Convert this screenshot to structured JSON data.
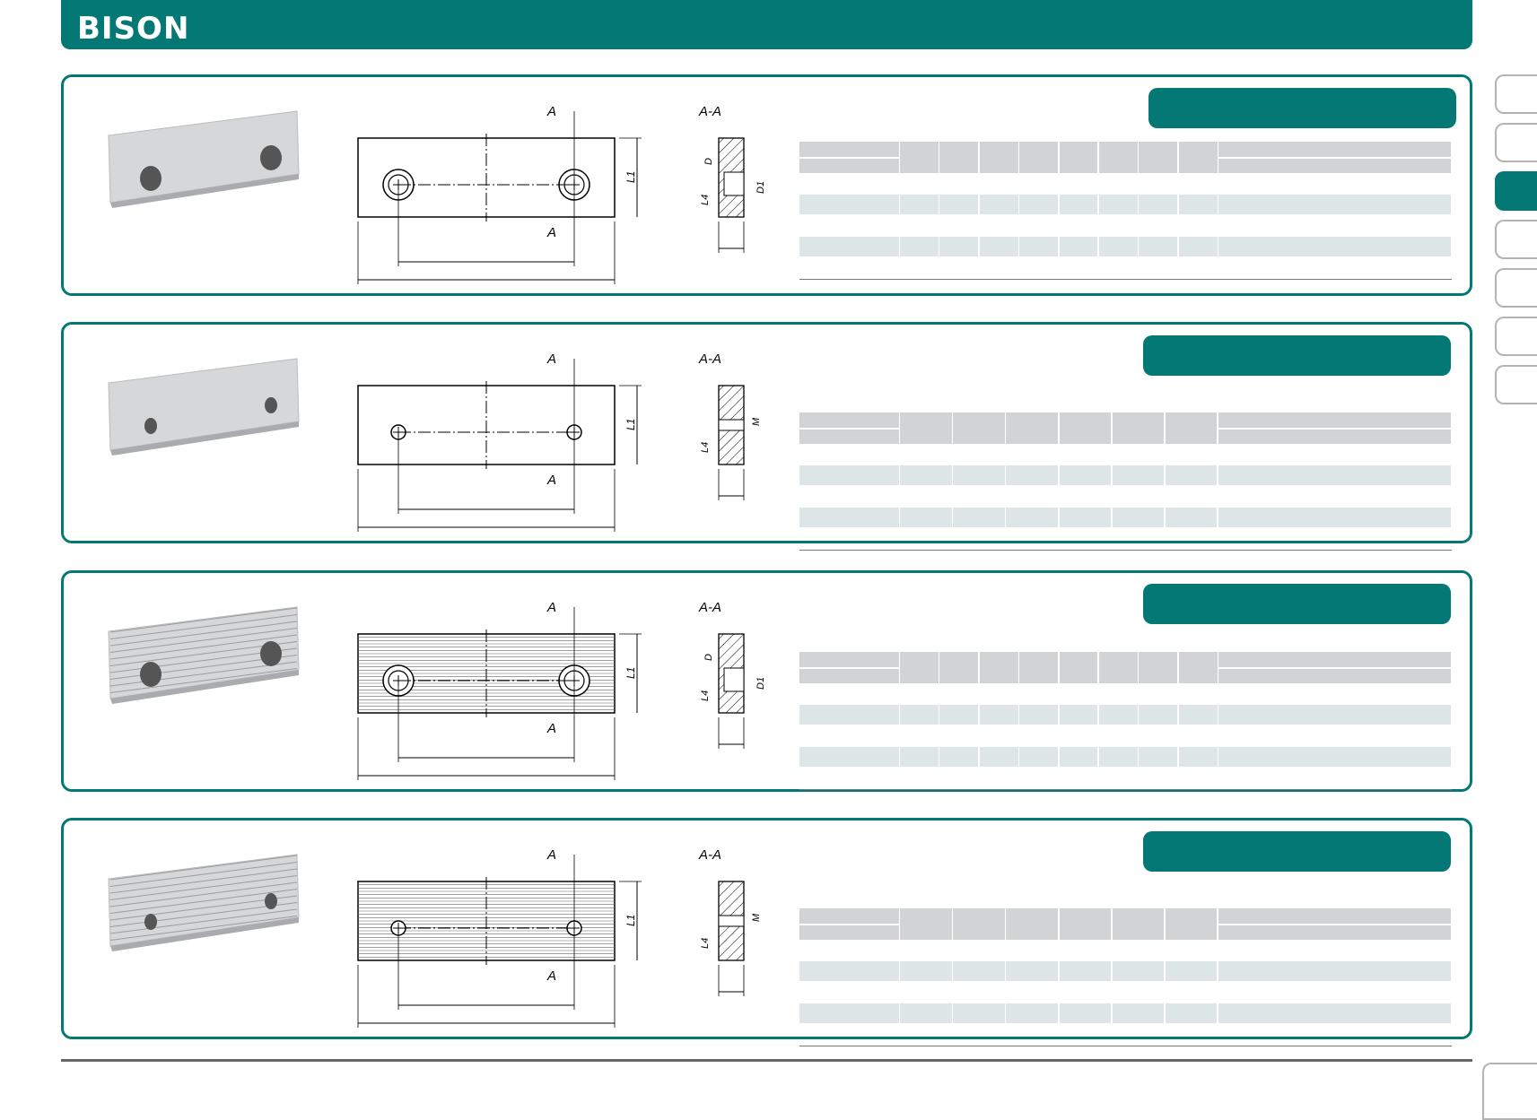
{
  "brand": {
    "logo_text": "BISON"
  },
  "drawing_labels": {
    "section": "A-A",
    "cut": "A",
    "l1": "L1",
    "d": "D",
    "d1": "D1",
    "l4": "L4",
    "m": "M"
  },
  "panels": [
    {
      "type": "smooth-counterbored",
      "middle_columns": 8
    },
    {
      "type": "smooth-threaded",
      "middle_columns": 6
    },
    {
      "type": "grooved-counterbored",
      "middle_columns": 8
    },
    {
      "type": "grooved-threaded",
      "middle_columns": 6
    }
  ],
  "side_tabs": {
    "count": 7,
    "active_index": 2
  },
  "colors": {
    "brand": "#047875",
    "table_header": "#d2d3d5",
    "table_band": "#dde5e7"
  }
}
